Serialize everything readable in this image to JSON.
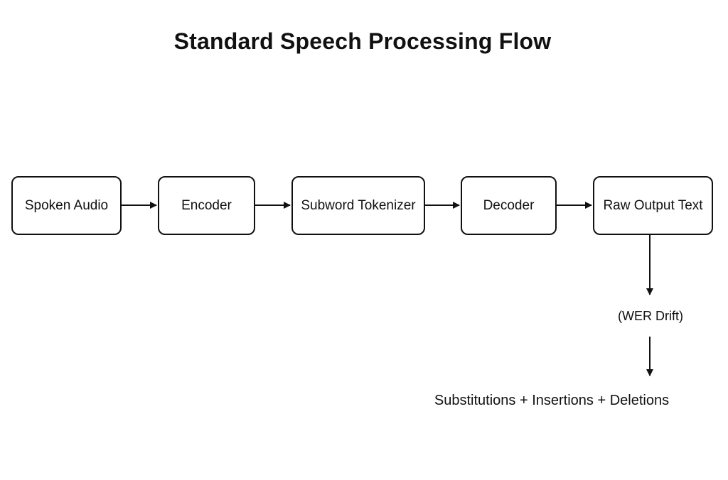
{
  "title": "Standard Speech Processing Flow",
  "nodes": [
    {
      "label": "Spoken Audio"
    },
    {
      "label": "Encoder"
    },
    {
      "label": "Subword Tokenizer"
    },
    {
      "label": "Decoder"
    },
    {
      "label": "Raw Output Text"
    }
  ],
  "wer_label": "(WER Drift)",
  "error_formula": "Substitutions + Insertions + Deletions",
  "colors": {
    "stroke": "#111111",
    "background": "#ffffff"
  }
}
